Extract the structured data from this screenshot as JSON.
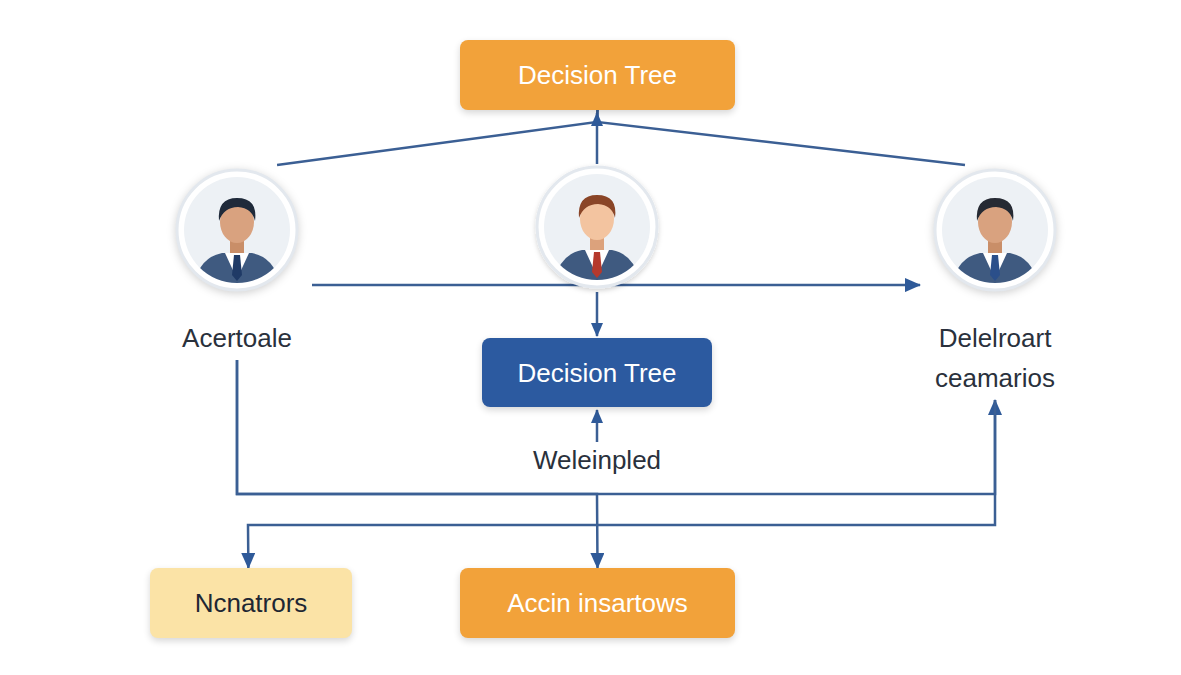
{
  "diagram": {
    "nodes": [
      {
        "text": [
          "Decision Tree"
        ]
      },
      {
        "text": [
          "Acertoale"
        ]
      },
      {
        "text": [
          "Delelroart ceamarios"
        ]
      },
      {
        "text": [
          "Decision Tree"
        ]
      },
      {
        "text": [
          "Ncnatrors"
        ]
      },
      {
        "text": [
          "Accin insartows"
        ]
      }
    ],
    "edges": [
      {
        "from": 0,
        "to": 1,
        "arrow": "none"
      },
      {
        "from": 0,
        "to": 2,
        "arrow": "none"
      },
      {
        "from": 1,
        "to": 2,
        "arrow": "to"
      },
      {
        "from": 1,
        "to": 2,
        "arrow": "to"
      },
      {
        "from": 1,
        "to": 5,
        "arrow": "to"
      },
      {
        "from": 2,
        "to": 4,
        "arrow": "to"
      }
    ],
    "labels": [
      "Weleinpled"
    ]
  }
}
